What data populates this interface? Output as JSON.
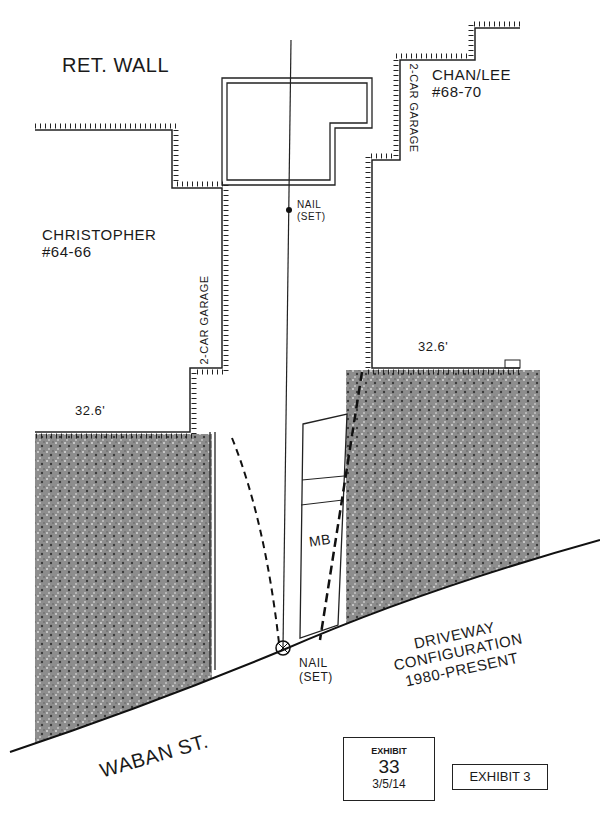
{
  "diagram": {
    "nodes": [
      {
        "text": [
          "EXHIBIT",
          "33",
          "3/5/14"
        ]
      },
      {
        "text": [
          "EXHIBIT 3"
        ]
      }
    ],
    "labels": [
      "RET. WALL",
      "NAIL (SET)",
      "CHRISTOPHER #64-66",
      "2-CAR GARAGE",
      "CHAN/LEE #68-70",
      "2-CAR GARAGE",
      "32.6'",
      "32.6'",
      "MB",
      "DRIVEWAY CONFIGURATION 1980-PRESENT",
      "WABAN ST.",
      "NAIL (SET)"
    ]
  }
}
